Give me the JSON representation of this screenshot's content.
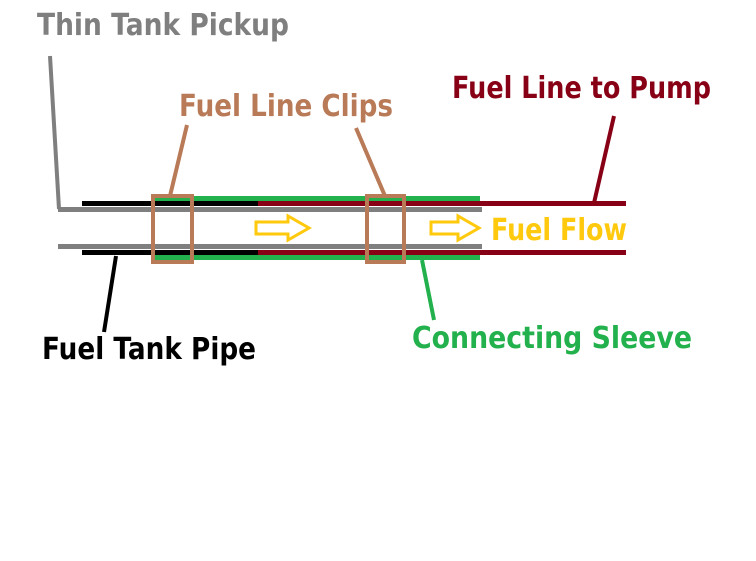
{
  "labels": {
    "thin_tank_pickup": "Thin Tank Pickup",
    "fuel_line_clips": "Fuel Line Clips",
    "fuel_line_to_pump": "Fuel Line to Pump",
    "fuel_flow": "Fuel Flow",
    "fuel_tank_pipe": "Fuel Tank Pipe",
    "connecting_sleeve": "Connecting Sleeve"
  },
  "colors": {
    "thin_tank_pickup": "#7f7f7f",
    "fuel_line_clips": "#b97a57",
    "fuel_line_to_pump": "#880015",
    "fuel_flow": "#ffc90e",
    "fuel_tank_pipe": "#000000",
    "connecting_sleeve": "#22b14c"
  }
}
